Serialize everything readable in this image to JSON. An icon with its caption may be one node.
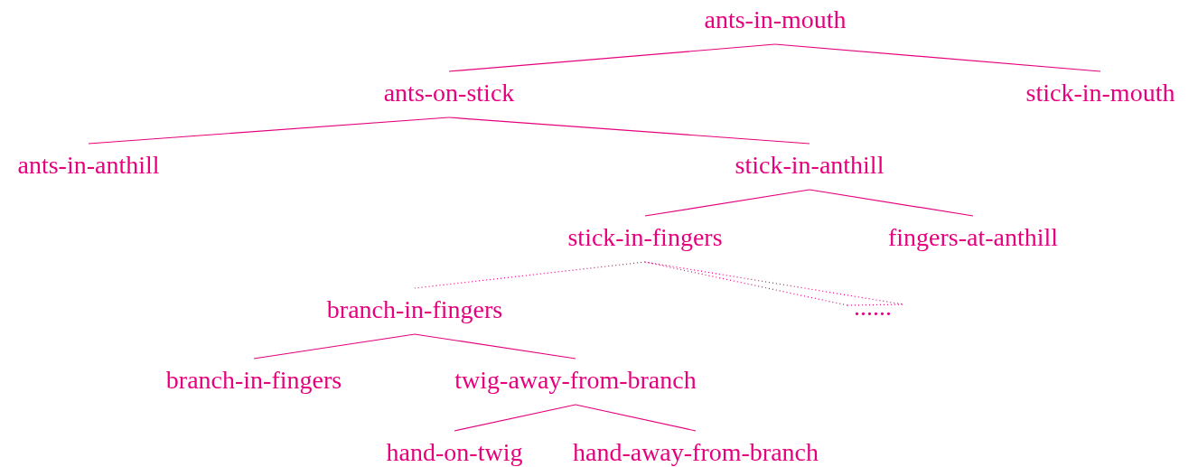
{
  "diagram": {
    "nodes": [
      {
        "text": [
          "ants-in-mouth"
        ]
      },
      {
        "text": [
          "ants-on-stick"
        ]
      },
      {
        "text": [
          "stick-in-mouth"
        ]
      },
      {
        "text": [
          "ants-in-anthill"
        ]
      },
      {
        "text": [
          "stick-in-anthill"
        ]
      },
      {
        "text": [
          "stick-in-fingers"
        ]
      },
      {
        "text": [
          "fingers-at-anthill"
        ]
      },
      {
        "text": [
          "branch-in-fingers"
        ]
      },
      {
        "text": [
          "......"
        ]
      },
      {
        "text": [
          "branch-in-fingers"
        ]
      },
      {
        "text": [
          "twig-away-from-branch"
        ]
      },
      {
        "text": [
          "hand-on-twig"
        ]
      },
      {
        "text": [
          "hand-away-from-branch"
        ]
      }
    ],
    "edges": [
      {
        "from": 0,
        "to": 1,
        "arrow": "none"
      },
      {
        "from": 0,
        "to": 2,
        "arrow": "none"
      },
      {
        "from": 1,
        "to": 3,
        "arrow": "none"
      },
      {
        "from": 1,
        "to": 4,
        "arrow": "none"
      },
      {
        "from": 4,
        "to": 5,
        "arrow": "none"
      },
      {
        "from": 4,
        "to": 6,
        "arrow": "none"
      },
      {
        "from": 5,
        "to": 7,
        "arrow": "none",
        "style": "dashed"
      },
      {
        "from": 5,
        "to": 8,
        "arrow": "none",
        "style": "dashed"
      },
      {
        "from": 7,
        "to": 9,
        "arrow": "none"
      },
      {
        "from": 7,
        "to": 10,
        "arrow": "none"
      },
      {
        "from": 10,
        "to": 11,
        "arrow": "none"
      },
      {
        "from": 10,
        "to": 12,
        "arrow": "none"
      }
    ]
  }
}
